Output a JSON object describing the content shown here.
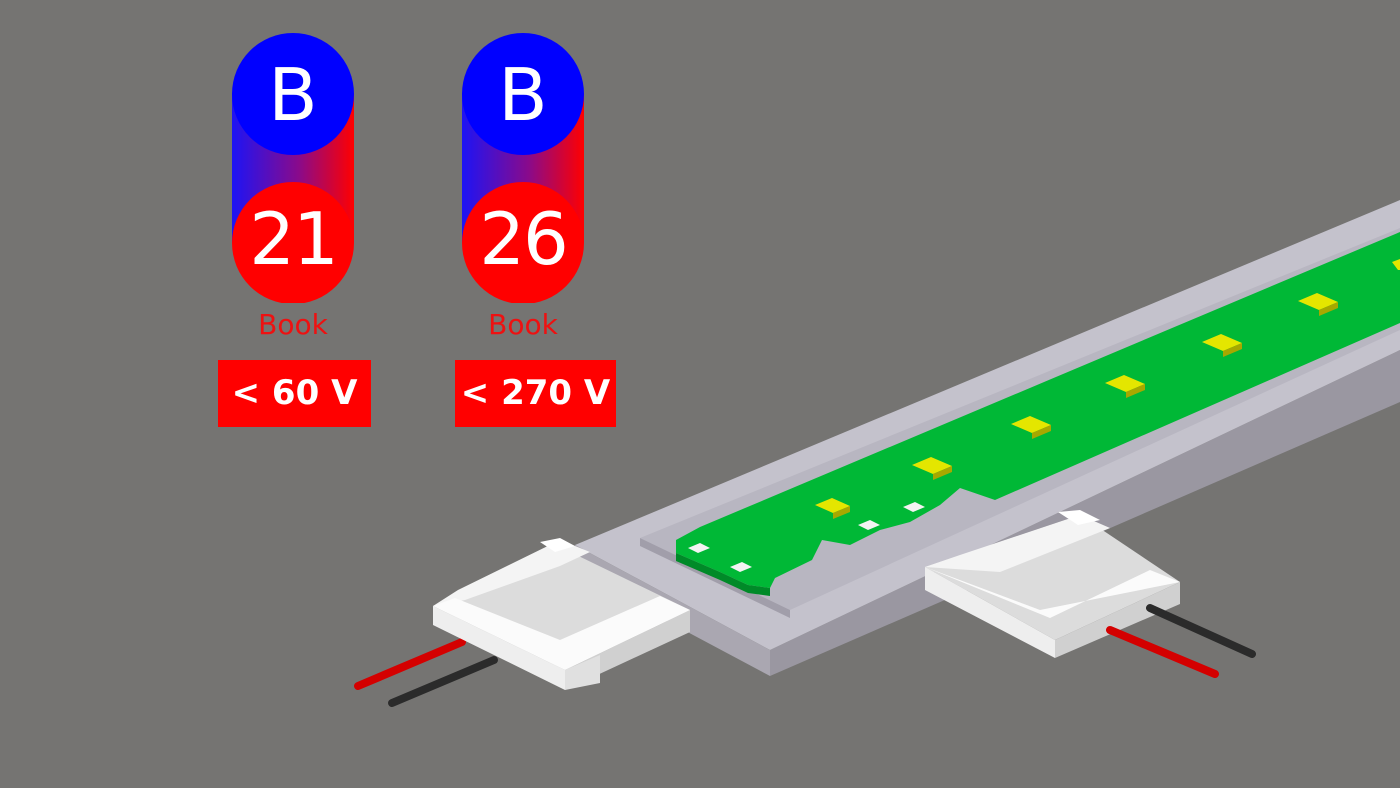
{
  "colors": {
    "background": "#757472",
    "badge_top": "#0000ff",
    "badge_bottom": "#ff0000",
    "caption": "#ee1111",
    "voltage_box": "#ff0000",
    "pcb": "#00b836",
    "led": "#e4e600",
    "profile": "#c3c1cb",
    "connector": "#f4f4f4",
    "wire_red": "#d40000",
    "wire_black": "#2b2b2b"
  },
  "badges": [
    {
      "letter": "B",
      "number": "21",
      "caption": "Book",
      "voltage": "< 60 V"
    },
    {
      "letter": "B",
      "number": "26",
      "caption": "Book",
      "voltage": "< 270 V"
    }
  ],
  "icons": {
    "strip": "led-strip-illustration",
    "connector": "strip-connector-icon"
  }
}
